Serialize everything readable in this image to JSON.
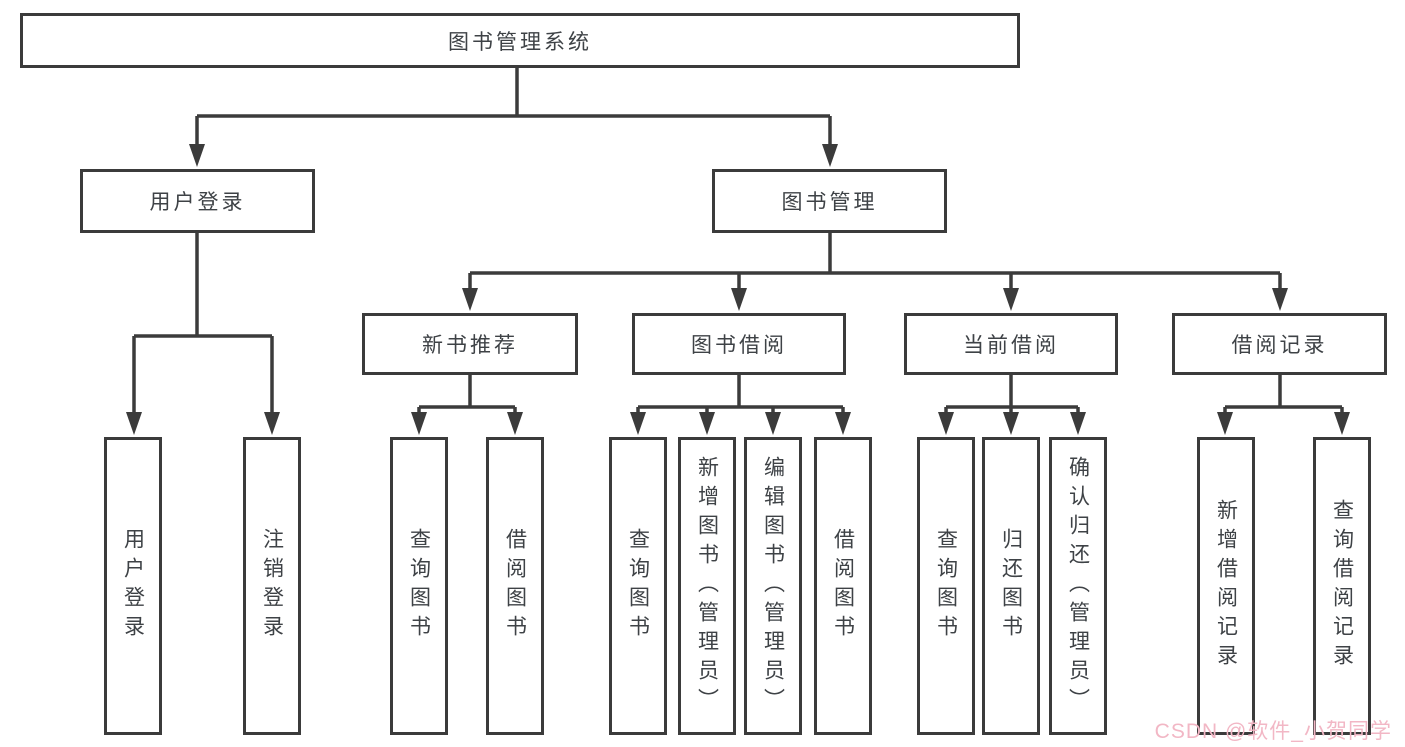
{
  "tree": {
    "root": {
      "label": "图书管理系统",
      "children": [
        {
          "label": "用户登录",
          "children": [
            {
              "label": "用户登录"
            },
            {
              "label": "注销登录"
            }
          ]
        },
        {
          "label": "图书管理",
          "children": [
            {
              "label": "新书推荐",
              "children": [
                {
                  "label": "查询图书"
                },
                {
                  "label": "借阅图书"
                }
              ]
            },
            {
              "label": "图书借阅",
              "children": [
                {
                  "label": "查询图书"
                },
                {
                  "label": "新增图书（管理员）"
                },
                {
                  "label": "编辑图书（管理员）"
                },
                {
                  "label": "借阅图书"
                }
              ]
            },
            {
              "label": "当前借阅",
              "children": [
                {
                  "label": "查询图书"
                },
                {
                  "label": "归还图书"
                },
                {
                  "label": "确认归还（管理员）"
                }
              ]
            },
            {
              "label": "借阅记录",
              "children": [
                {
                  "label": "新增借阅记录"
                },
                {
                  "label": "查询借阅记录"
                }
              ]
            }
          ]
        }
      ]
    }
  },
  "watermark": {
    "text": "CSDN @软件_小贺同学",
    "color": "#f2b7c5"
  },
  "colors": {
    "line": "#3b3b3b",
    "background": "#ffffff",
    "text": "#3e4246"
  }
}
